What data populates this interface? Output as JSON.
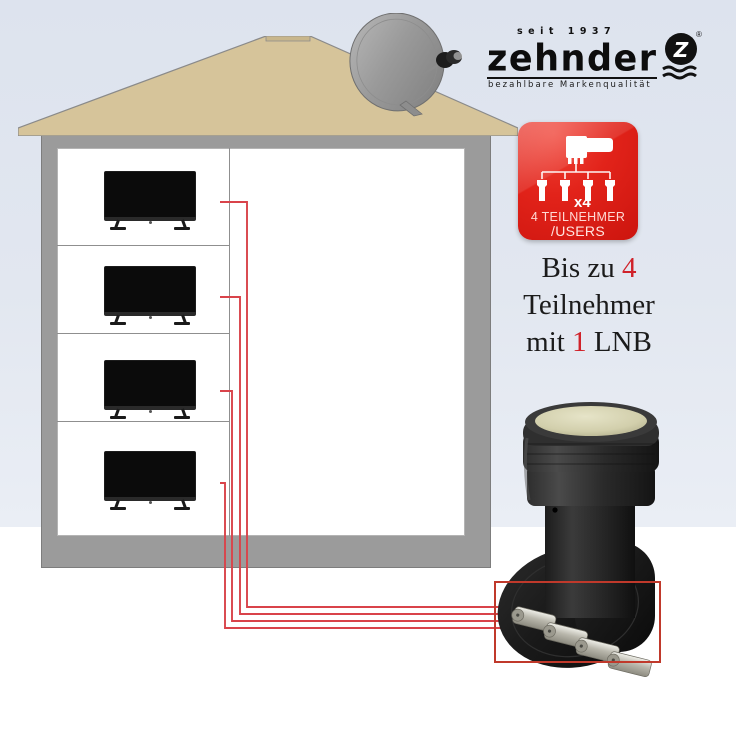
{
  "brand": {
    "name": "zehnder",
    "since": "seit 1937",
    "tagline": "bezahlbare Markenqualität",
    "registered_mark": "®",
    "logo_monogram": "Z"
  },
  "badge": {
    "multiplier": "x4",
    "line1": "4 TEILNEHMER",
    "line2": "/USERS",
    "color": "#e2231a"
  },
  "headline": {
    "line1_pre": "Bis zu ",
    "line1_num": "4",
    "line2": "Teilnehmer",
    "line3_pre": "mit ",
    "line3_num": "1",
    "line3_post": " LNB",
    "accent_color": "#d0222a"
  },
  "illustration": {
    "house": {
      "floors": 4,
      "tv_count": 4,
      "wall_color": "#9b9b9b",
      "interior_color": "#ffffff",
      "roof_color": "#d6c49a"
    },
    "satellite_dish": {
      "label": "satellite-dish",
      "color": "#9a9a9a"
    },
    "cables": {
      "count": 4,
      "color": "#d9434a"
    }
  },
  "product": {
    "type": "Quad LNB",
    "body_color": "#1e1e1e",
    "feedhorn_color": "#d8d6b8",
    "connector_count": 4,
    "highlight_color": "#c0392b"
  },
  "colors": {
    "background_top": "#dde3ee",
    "background_bottom": "#ffffff"
  }
}
